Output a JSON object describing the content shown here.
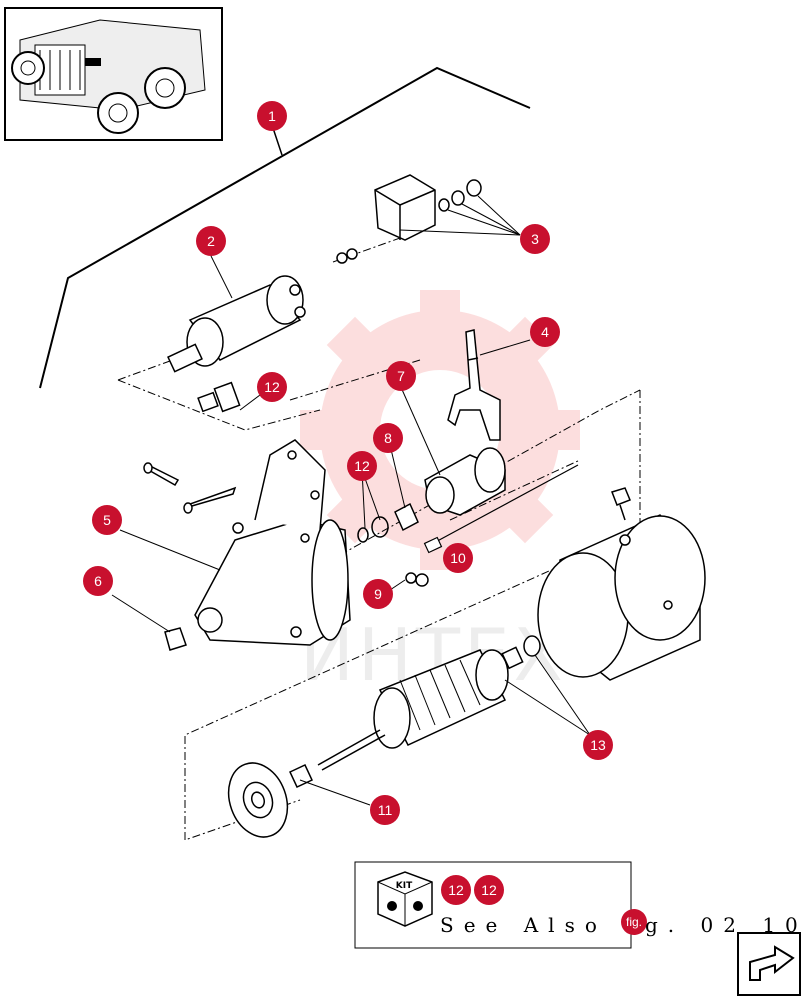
{
  "callouts": [
    {
      "id": "1",
      "label": "1"
    },
    {
      "id": "2",
      "label": "2"
    },
    {
      "id": "3",
      "label": "3"
    },
    {
      "id": "4",
      "label": "4"
    },
    {
      "id": "5",
      "label": "5"
    },
    {
      "id": "6",
      "label": "6"
    },
    {
      "id": "7",
      "label": "7"
    },
    {
      "id": "8",
      "label": "8"
    },
    {
      "id": "9",
      "label": "9"
    },
    {
      "id": "10",
      "label": "10"
    },
    {
      "id": "11",
      "label": "11"
    },
    {
      "id": "12a",
      "label": "12"
    },
    {
      "id": "12b",
      "label": "12"
    },
    {
      "id": "13",
      "label": "13"
    }
  ],
  "kit_box": {
    "kit_label": "KIT",
    "callouts": [
      "12",
      "12"
    ],
    "see_also": "See Also",
    "fig_tag": "fig.",
    "fig_ref": "g. 02 10"
  },
  "watermark": "ИНТЕХ",
  "colors": {
    "callout_fill": "#c8102e",
    "line": "#000000",
    "watermark": "#f08080"
  },
  "nav_icon": "next-page-arrow-icon"
}
